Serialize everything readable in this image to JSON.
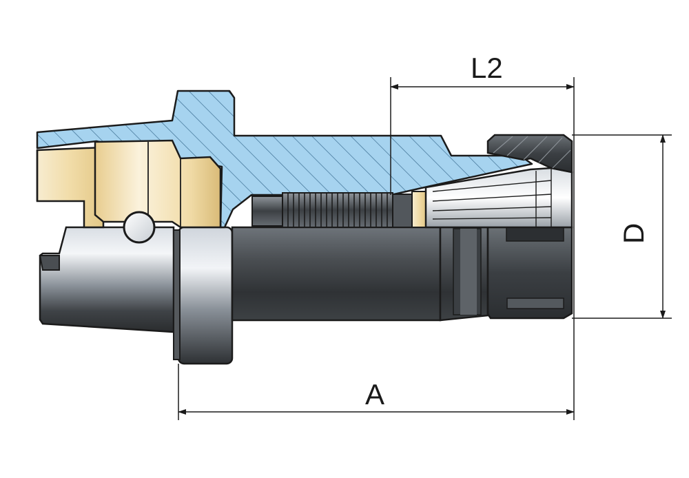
{
  "dimensions": {
    "l2_label": "L2",
    "a_label": "A",
    "d_label": "D"
  },
  "colors": {
    "section_blue": "#a6d3ef",
    "hatch": "#3d6f93",
    "insert_tan": "#f3e1b6",
    "steel_dark": "#3a3d40",
    "steel_light": "#e9edf2",
    "outline": "#1b1b1b"
  },
  "icons": {
    "part": "hsk-collet-chuck-drawing"
  }
}
